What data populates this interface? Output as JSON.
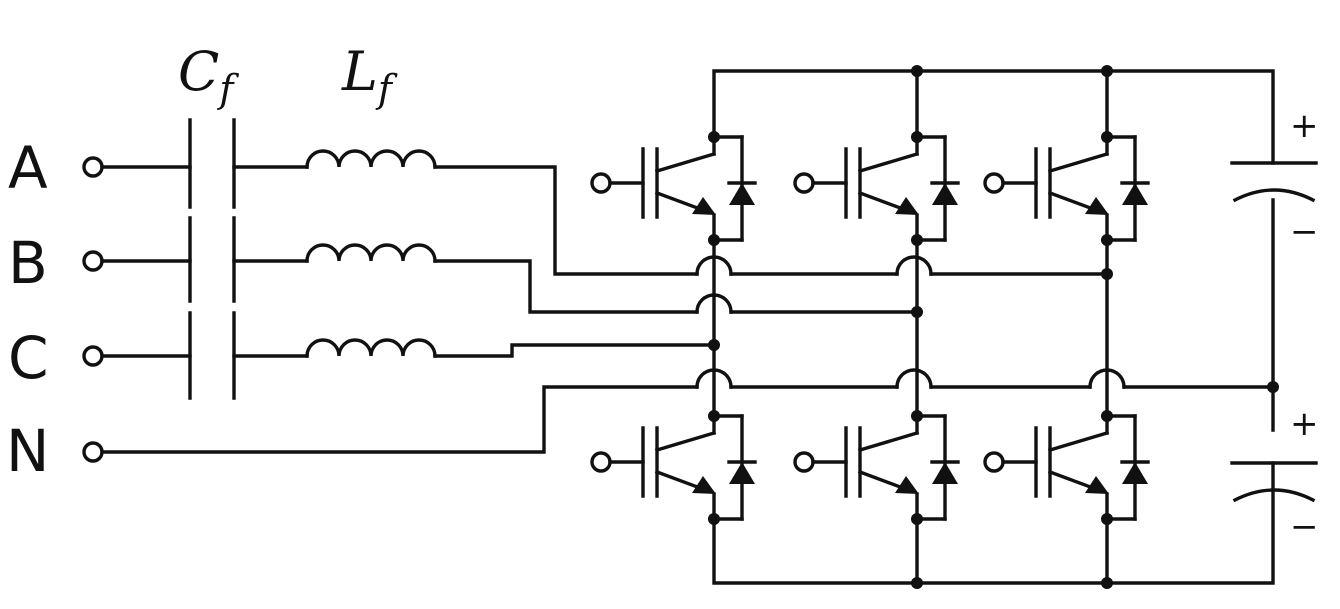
{
  "terminals": [
    {
      "label": "A"
    },
    {
      "label": "B"
    },
    {
      "label": "C"
    },
    {
      "label": "N"
    }
  ],
  "filter_capacitor": {
    "symbol": "C",
    "subscript": "f"
  },
  "filter_inductor": {
    "symbol": "L",
    "subscript": "f"
  },
  "dc_link_upper": {
    "plus": "+",
    "minus": "−"
  },
  "dc_link_lower": {
    "plus": "+",
    "minus": "−"
  }
}
